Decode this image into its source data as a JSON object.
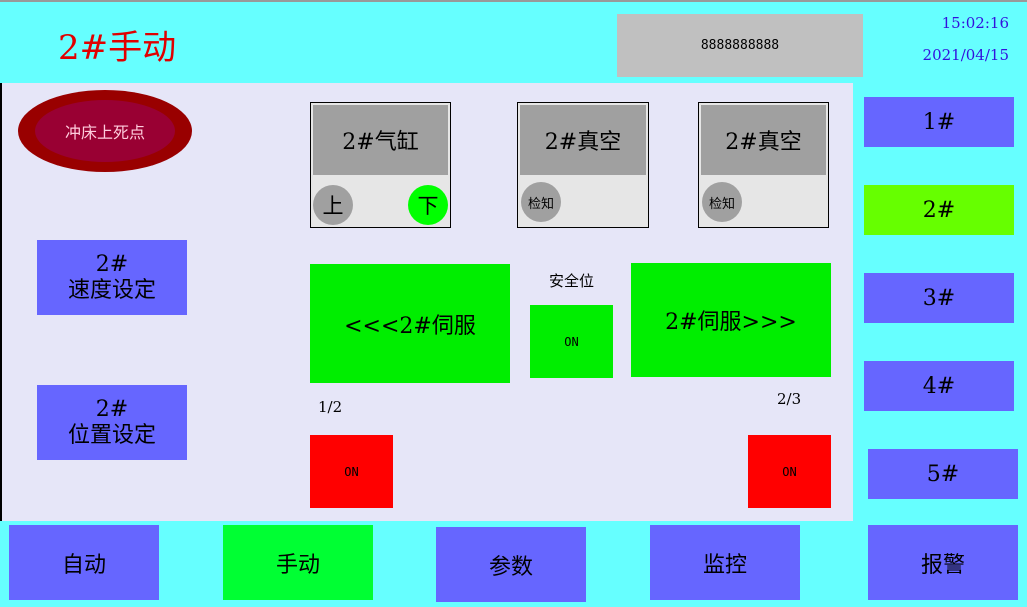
{
  "header": {
    "title": "2#手动",
    "display": "8888888888",
    "time": "15:02:16",
    "date": "2021/04/15"
  },
  "main": {
    "dead_point": "冲床上死点",
    "speed_btn": {
      "line1": "2#",
      "line2": "速度设定"
    },
    "pos_btn": {
      "line1": "2#",
      "line2": "位置设定"
    },
    "cylinder": {
      "title": "2#气缸",
      "up": "上",
      "down": "下"
    },
    "vacuum1": {
      "title": "2#真空",
      "detect": "检知"
    },
    "vacuum2": {
      "title": "2#真空",
      "detect": "检知"
    },
    "servo_left": "<<<2#伺服",
    "servo_right": "2#伺服>>>",
    "safety_label": "安全位",
    "safety_btn": "ON",
    "left_ratio": "1/2",
    "right_ratio": "2/3",
    "left_on": "ON",
    "right_on": "ON"
  },
  "side": [
    "1#",
    "2#",
    "3#",
    "4#",
    "5#"
  ],
  "bottom": [
    "自动",
    "手动",
    "参数",
    "监控",
    "报警"
  ],
  "colors": {
    "active": "#66ff00",
    "nav_active": "#00ff33",
    "button": "#6666ff"
  }
}
